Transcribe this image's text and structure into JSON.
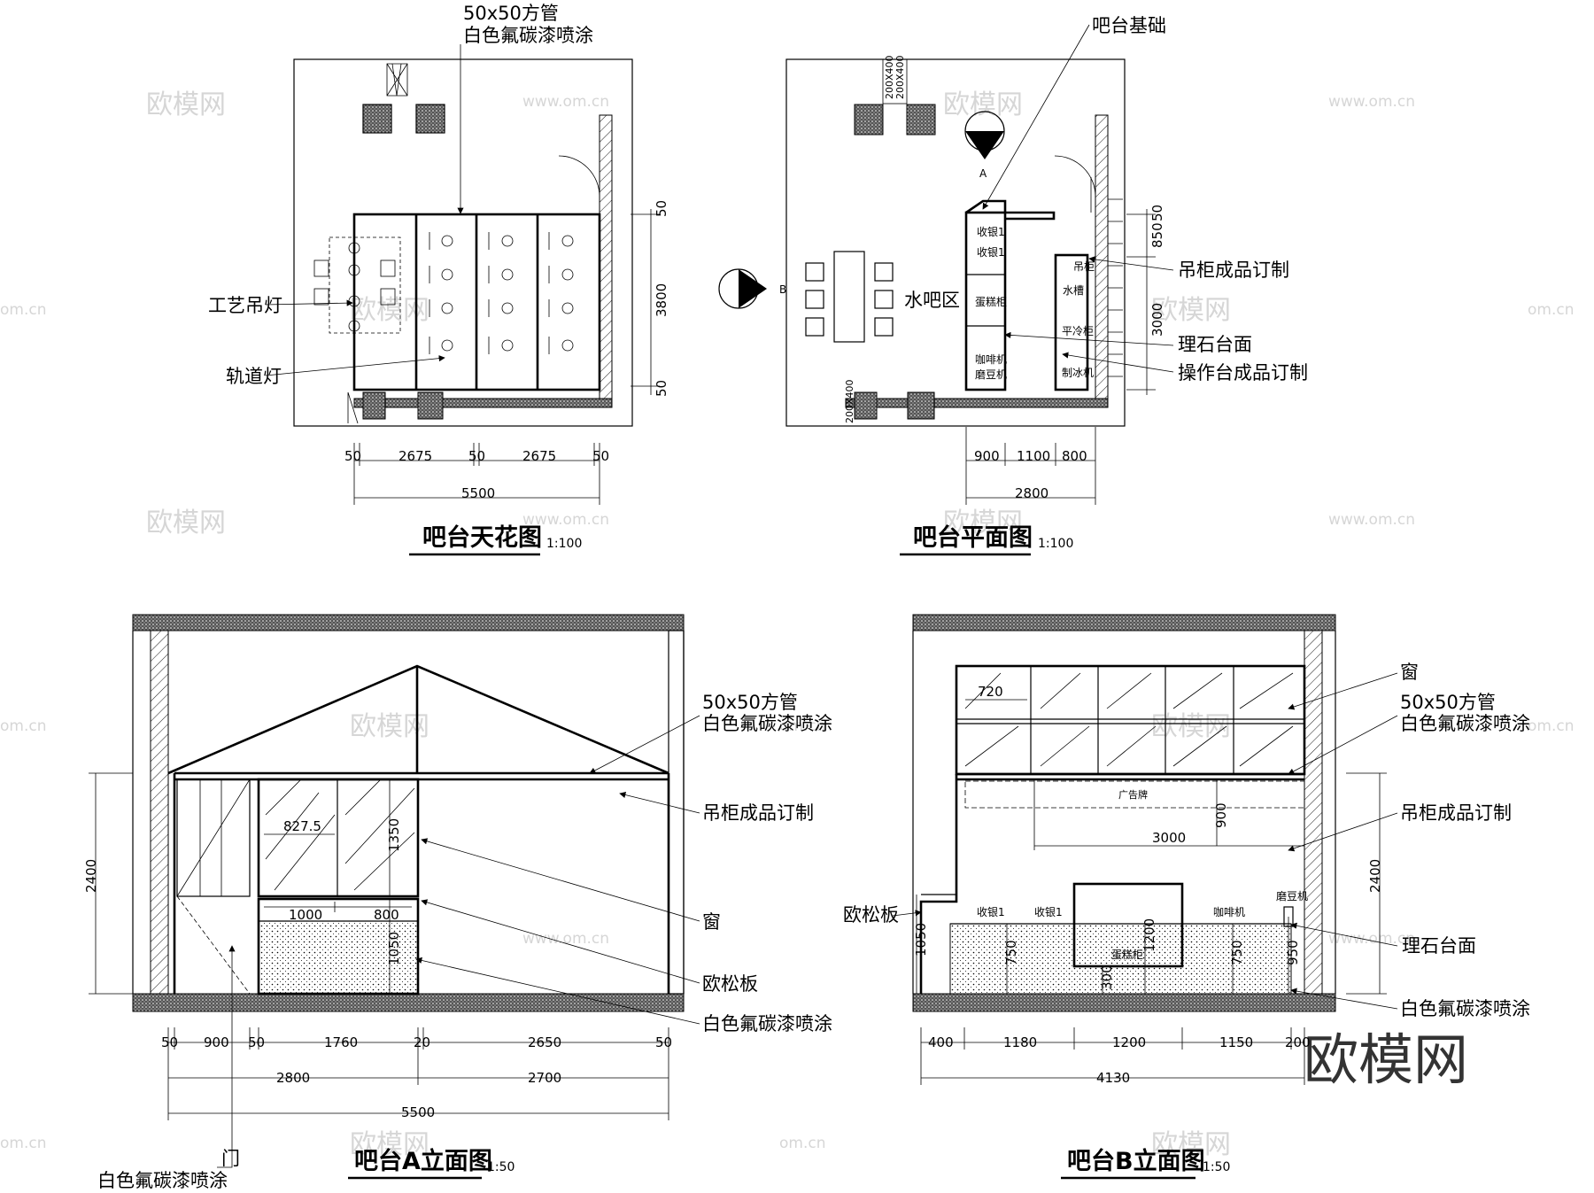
{
  "drawings": {
    "ceiling": {
      "title": "吧台天花图",
      "scale": "1:100",
      "labels": {
        "pipe": "50x50方管",
        "pipe_paint": "白色氟碳漆喷涂",
        "pendant": "工艺吊灯",
        "track": "轨道灯"
      },
      "dims": {
        "bottom": [
          "50",
          "2675",
          "50",
          "2675",
          "50"
        ],
        "total": "5500",
        "right": [
          "50",
          "3800",
          "50"
        ]
      }
    },
    "plan": {
      "title": "吧台平面图",
      "scale": "1:100",
      "labels": {
        "base": "吧台基础",
        "area": "水吧区",
        "hang": "吊柜成品订制",
        "marble": "理石台面",
        "op": "操作台成品订制",
        "cashier1": "收银1",
        "cashier2": "收银1",
        "cake": "蛋糕柜",
        "coffee": "咖啡机",
        "grinder": "磨豆机",
        "hang_small": "吊柜",
        "sink": "水槽",
        "fridge": "平冷柜",
        "ice": "制冰机",
        "mark_a": "A",
        "mark_b": "B",
        "col_top": "200X400",
        "col_bottom": "200X400"
      },
      "dims": {
        "bottom": [
          "900",
          "1100",
          "800"
        ],
        "total": "2800",
        "right": [
          "50",
          "850",
          "3000"
        ]
      }
    },
    "elev_a": {
      "title": "吧台A立面图",
      "scale": "1:50",
      "labels": {
        "pipe": "50x50方管",
        "pipe_paint": "白色氟碳漆喷涂",
        "hang": "吊柜成品订制",
        "window": "窗",
        "osb": "欧松板",
        "paint": "白色氟碳漆喷涂",
        "door": "门",
        "door_paint": "白色氟碳漆喷涂"
      },
      "dims": {
        "w1": "827.5",
        "h1": "1350",
        "w2": "1000",
        "w3": "800",
        "h2": "1050",
        "left": "2400",
        "bottom": [
          "50",
          "900",
          "50",
          "1760",
          "20",
          "2650",
          "50"
        ],
        "sub": [
          "2800",
          "2700"
        ],
        "total": "5500"
      }
    },
    "elev_b": {
      "title": "吧台B立面图",
      "scale": "1:50",
      "labels": {
        "window": "窗",
        "pipe": "50x50方管",
        "pipe_paint": "白色氟碳漆喷涂",
        "hang": "吊柜成品订制",
        "osb": "欧松板",
        "marble": "理石台面",
        "paint": "白色氟碳漆喷涂",
        "ad": "广告牌",
        "cashier1": "收银1",
        "cashier2": "收银1",
        "cake": "蛋糕柜",
        "coffee": "咖啡机",
        "grinder": "磨豆机"
      },
      "dims": {
        "w720": "720",
        "h900": "900",
        "w3000": "3000",
        "h1200": "1200",
        "h750a": "750",
        "h300": "300",
        "h750b": "750",
        "h950": "950",
        "left": "1050",
        "right": "2400",
        "bottom": [
          "400",
          "1180",
          "1200",
          "1150",
          "200"
        ],
        "total": "4130"
      }
    }
  },
  "watermark": {
    "brand": "欧模网",
    "url": "www.om.cn",
    "short": "om.cn"
  }
}
